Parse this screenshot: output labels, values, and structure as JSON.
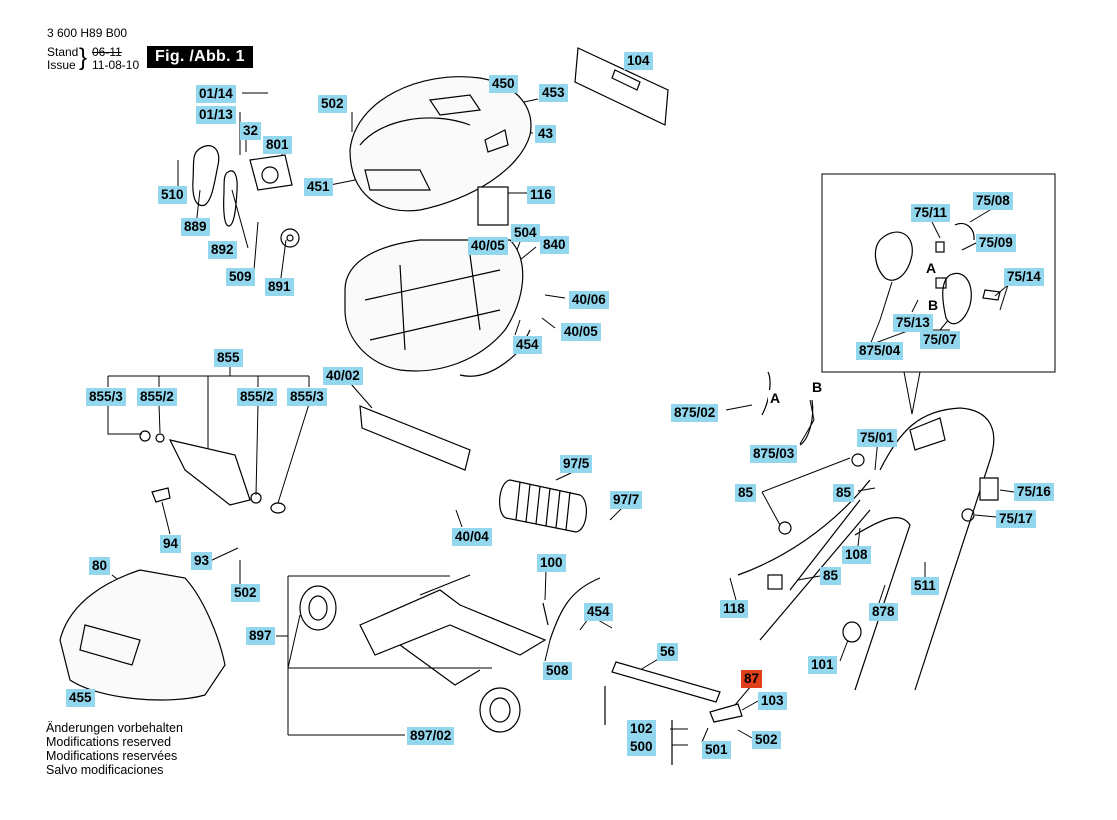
{
  "header": {
    "doc_number": "3 600 H89 B00",
    "stand_label": "Stand",
    "issue_label": "Issue",
    "old_date": "06-11",
    "new_date": "11-08-10",
    "figure_label": "Fig. /Abb. 1"
  },
  "detail_letters": {
    "a1": "A",
    "b1": "B",
    "a2": "A",
    "b2": "B"
  },
  "notes": [
    "Änderungen vorbehalten",
    "Modifications reserved",
    "Modifications reservées",
    "Salvo modificaciones"
  ],
  "parts": [
    {
      "id": "p104",
      "label": "104"
    },
    {
      "id": "p450",
      "label": "450"
    },
    {
      "id": "p453",
      "label": "453"
    },
    {
      "id": "p502a",
      "label": "502"
    },
    {
      "id": "p43",
      "label": "43"
    },
    {
      "id": "p01_14",
      "label": "01/14"
    },
    {
      "id": "p01_13",
      "label": "01/13"
    },
    {
      "id": "p32",
      "label": "32"
    },
    {
      "id": "p801",
      "label": "801"
    },
    {
      "id": "p510",
      "label": "510"
    },
    {
      "id": "p451",
      "label": "451"
    },
    {
      "id": "p116",
      "label": "116"
    },
    {
      "id": "p889",
      "label": "889"
    },
    {
      "id": "p892",
      "label": "892"
    },
    {
      "id": "p509",
      "label": "509"
    },
    {
      "id": "p891",
      "label": "891"
    },
    {
      "id": "p40_05a",
      "label": "40/05"
    },
    {
      "id": "p504",
      "label": "504"
    },
    {
      "id": "p840",
      "label": "840"
    },
    {
      "id": "p40_06",
      "label": "40/06"
    },
    {
      "id": "p40_05b",
      "label": "40/05"
    },
    {
      "id": "p454a",
      "label": "454"
    },
    {
      "id": "p855",
      "label": "855"
    },
    {
      "id": "p855_3a",
      "label": "855/3"
    },
    {
      "id": "p855_2a",
      "label": "855/2"
    },
    {
      "id": "p855_2b",
      "label": "855/2"
    },
    {
      "id": "p855_3b",
      "label": "855/3"
    },
    {
      "id": "p40_02",
      "label": "40/02"
    },
    {
      "id": "p97_5",
      "label": "97/5"
    },
    {
      "id": "p97_7",
      "label": "97/7"
    },
    {
      "id": "p40_04",
      "label": "40/04"
    },
    {
      "id": "p94",
      "label": "94"
    },
    {
      "id": "p93",
      "label": "93"
    },
    {
      "id": "p502b",
      "label": "502"
    },
    {
      "id": "p80",
      "label": "80"
    },
    {
      "id": "p897",
      "label": "897"
    },
    {
      "id": "p100",
      "label": "100"
    },
    {
      "id": "p454b",
      "label": "454"
    },
    {
      "id": "p508",
      "label": "508"
    },
    {
      "id": "p455",
      "label": "455"
    },
    {
      "id": "p56",
      "label": "56"
    },
    {
      "id": "p87",
      "label": "87"
    },
    {
      "id": "p103",
      "label": "103"
    },
    {
      "id": "p102",
      "label": "102"
    },
    {
      "id": "p897_02",
      "label": "897/02"
    },
    {
      "id": "p500",
      "label": "500"
    },
    {
      "id": "p501",
      "label": "501"
    },
    {
      "id": "p502c",
      "label": "502"
    },
    {
      "id": "p75_11",
      "label": "75/11"
    },
    {
      "id": "p75_08",
      "label": "75/08"
    },
    {
      "id": "p75_09",
      "label": "75/09"
    },
    {
      "id": "p75_14",
      "label": "75/14"
    },
    {
      "id": "p75_13",
      "label": "75/13"
    },
    {
      "id": "p75_07",
      "label": "75/07"
    },
    {
      "id": "p875_04",
      "label": "875/04"
    },
    {
      "id": "p875_02",
      "label": "875/02"
    },
    {
      "id": "p875_03",
      "label": "875/03"
    },
    {
      "id": "p75_01",
      "label": "75/01"
    },
    {
      "id": "p85a",
      "label": "85"
    },
    {
      "id": "p85b",
      "label": "85"
    },
    {
      "id": "p75_16",
      "label": "75/16"
    },
    {
      "id": "p75_17",
      "label": "75/17"
    },
    {
      "id": "p108",
      "label": "108"
    },
    {
      "id": "p85c",
      "label": "85"
    },
    {
      "id": "p118",
      "label": "118"
    },
    {
      "id": "p511",
      "label": "511"
    },
    {
      "id": "p878",
      "label": "878"
    },
    {
      "id": "p101",
      "label": "101"
    }
  ]
}
